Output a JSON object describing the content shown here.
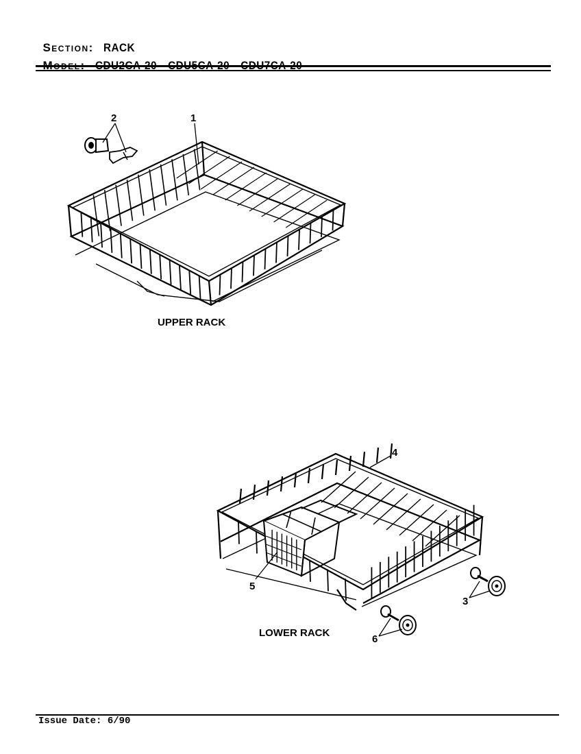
{
  "header": {
    "section_label": "Section:",
    "section_value": "RACK",
    "model_label": "Model:",
    "models": [
      "CDU2CA-20",
      "CDU5CA-20",
      "CDU7CA-20"
    ]
  },
  "figures": {
    "upper_caption": "UPPER RACK",
    "lower_caption": "LOWER RACK"
  },
  "callouts": {
    "c1": "1",
    "c2": "2",
    "c3": "3",
    "c4": "4",
    "c5": "5",
    "c6": "6"
  },
  "footer": {
    "issue_date": "Issue Date: 6/90"
  }
}
